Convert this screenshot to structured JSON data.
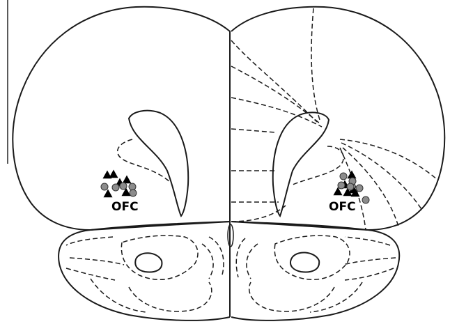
{
  "labels": {
    "left_region": "OFC",
    "right_region": "OFC"
  },
  "colors": {
    "outline": "#1a1a1a",
    "triangle_marker": "#000000",
    "circle_marker": "#8c8c8c"
  },
  "marker_types": [
    "triangle",
    "circle"
  ]
}
